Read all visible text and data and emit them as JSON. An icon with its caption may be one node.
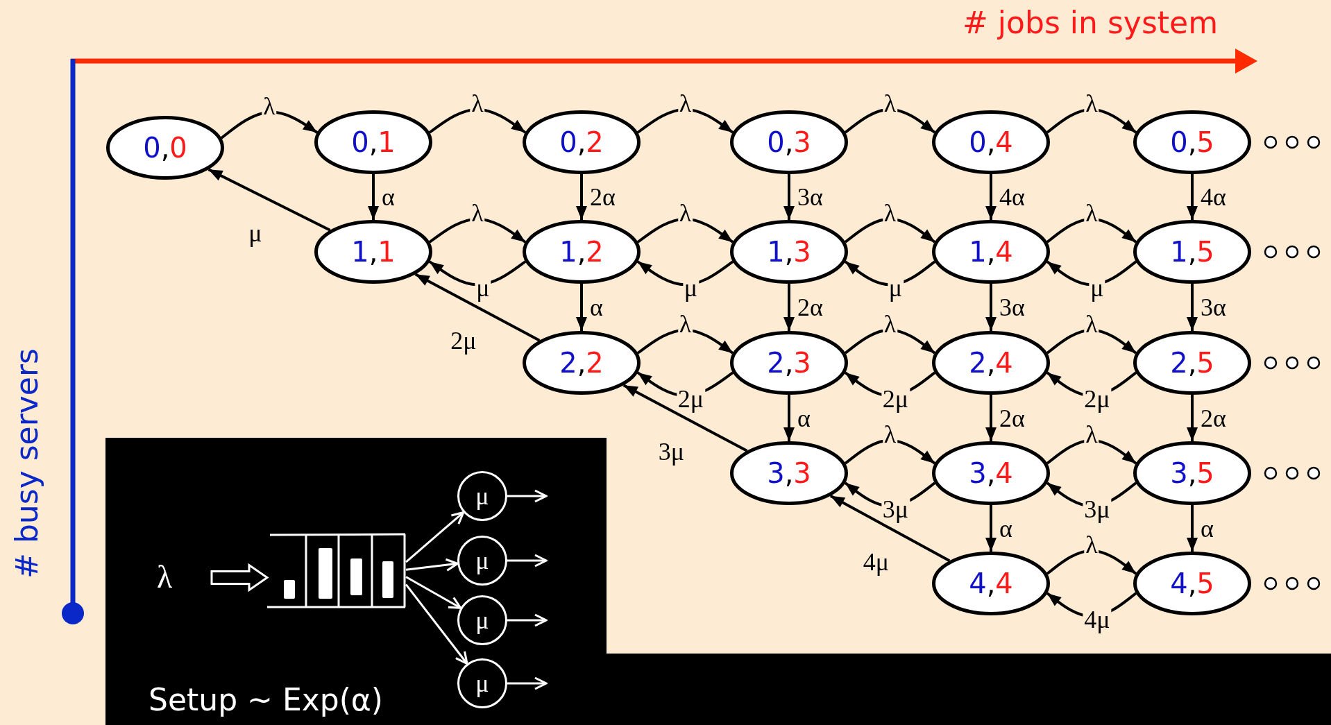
{
  "diagram": {
    "nodes": [
      {
        "text": [
          "0,0"
        ]
      },
      {
        "text": [
          "0,1"
        ]
      },
      {
        "text": [
          "0,2"
        ]
      },
      {
        "text": [
          "0,3"
        ]
      },
      {
        "text": [
          "0,4"
        ]
      },
      {
        "text": [
          "0,5"
        ]
      },
      {
        "text": [
          "1,1"
        ]
      },
      {
        "text": [
          "1,2"
        ]
      },
      {
        "text": [
          "1,3"
        ]
      },
      {
        "text": [
          "1,4"
        ]
      },
      {
        "text": [
          "1,5"
        ]
      },
      {
        "text": [
          "2,2"
        ]
      },
      {
        "text": [
          "2,3"
        ]
      },
      {
        "text": [
          "2,4"
        ]
      },
      {
        "text": [
          "2,5"
        ]
      },
      {
        "text": [
          "3,3"
        ]
      },
      {
        "text": [
          "3,4"
        ]
      },
      {
        "text": [
          "3,5"
        ]
      },
      {
        "text": [
          "4,4"
        ]
      },
      {
        "text": [
          "4,5"
        ]
      },
      {
        "text": [
          "Setup ~ Exp(α)"
        ]
      },
      {
        "text": [
          "λ"
        ],
        "in": 20
      },
      {
        "text": [],
        "shape": "picture",
        "in": 20
      },
      {
        "text": [
          "μ"
        ],
        "in": 20
      },
      {
        "text": [
          "μ"
        ],
        "in": 20
      },
      {
        "text": [
          "μ"
        ],
        "in": 20
      },
      {
        "text": [
          "μ"
        ],
        "in": 20
      },
      {
        "text": [],
        "shape": "bar"
      }
    ],
    "edges": [
      {
        "from": 0,
        "to": 1,
        "arrow": "to",
        "label": "λ"
      },
      {
        "from": 1,
        "to": 2,
        "arrow": "to",
        "label": "λ"
      },
      {
        "from": 2,
        "to": 3,
        "arrow": "to",
        "label": "λ"
      },
      {
        "from": 3,
        "to": 4,
        "arrow": "to",
        "label": "λ"
      },
      {
        "from": 4,
        "to": 5,
        "arrow": "to",
        "label": "λ"
      },
      {
        "from": 1,
        "to": 6,
        "arrow": "to",
        "label": "α"
      },
      {
        "from": 2,
        "to": 7,
        "arrow": "to",
        "label": "2α"
      },
      {
        "from": 3,
        "to": 8,
        "arrow": "to",
        "label": "3α"
      },
      {
        "from": 4,
        "to": 9,
        "arrow": "to",
        "label": "4α"
      },
      {
        "from": 5,
        "to": 10,
        "arrow": "to",
        "label": "4α"
      },
      {
        "from": 6,
        "to": 0,
        "arrow": "to",
        "label": "μ"
      },
      {
        "from": 6,
        "to": 7,
        "arrow": "to",
        "label": "λ"
      },
      {
        "from": 7,
        "to": 6,
        "arrow": "to",
        "label": "μ"
      },
      {
        "from": 7,
        "to": 8,
        "arrow": "to",
        "label": "λ"
      },
      {
        "from": 8,
        "to": 7,
        "arrow": "to",
        "label": "μ"
      },
      {
        "from": 8,
        "to": 9,
        "arrow": "to",
        "label": "λ"
      },
      {
        "from": 9,
        "to": 8,
        "arrow": "to",
        "label": "μ"
      },
      {
        "from": 9,
        "to": 10,
        "arrow": "to",
        "label": "λ"
      },
      {
        "from": 10,
        "to": 9,
        "arrow": "to",
        "label": "μ"
      },
      {
        "from": 7,
        "to": 11,
        "arrow": "to",
        "label": "α"
      },
      {
        "from": 8,
        "to": 12,
        "arrow": "to",
        "label": "2α"
      },
      {
        "from": 9,
        "to": 13,
        "arrow": "to",
        "label": "3α"
      },
      {
        "from": 10,
        "to": 14,
        "arrow": "to",
        "label": "3α"
      },
      {
        "from": 11,
        "to": 6,
        "arrow": "to",
        "label": "2μ"
      },
      {
        "from": 11,
        "to": 12,
        "arrow": "to",
        "label": "λ"
      },
      {
        "from": 12,
        "to": 11,
        "arrow": "to",
        "label": "2μ"
      },
      {
        "from": 12,
        "to": 13,
        "arrow": "to",
        "label": "λ"
      },
      {
        "from": 13,
        "to": 12,
        "arrow": "to",
        "label": "2μ"
      },
      {
        "from": 13,
        "to": 14,
        "arrow": "to",
        "label": "λ"
      },
      {
        "from": 14,
        "to": 13,
        "arrow": "to",
        "label": "2μ"
      },
      {
        "from": 12,
        "to": 15,
        "arrow": "to",
        "label": "α"
      },
      {
        "from": 13,
        "to": 16,
        "arrow": "to",
        "label": "2α"
      },
      {
        "from": 14,
        "to": 17,
        "arrow": "to",
        "label": "2α"
      },
      {
        "from": 15,
        "to": 11,
        "arrow": "to",
        "label": "3μ"
      },
      {
        "from": 15,
        "to": 16,
        "arrow": "to",
        "label": "λ"
      },
      {
        "from": 16,
        "to": 15,
        "arrow": "to",
        "label": "3μ"
      },
      {
        "from": 16,
        "to": 17,
        "arrow": "to",
        "label": "λ"
      },
      {
        "from": 17,
        "to": 16,
        "arrow": "to",
        "label": "3μ"
      },
      {
        "from": 16,
        "to": 18,
        "arrow": "to",
        "label": "α"
      },
      {
        "from": 17,
        "to": 19,
        "arrow": "to",
        "label": "α"
      },
      {
        "from": 18,
        "to": 15,
        "arrow": "to",
        "label": "4μ"
      },
      {
        "from": 18,
        "to": 19,
        "arrow": "to",
        "label": "λ"
      },
      {
        "from": 19,
        "to": 18,
        "arrow": "to",
        "label": "4μ"
      },
      {
        "from": 21,
        "to": 22,
        "arrow": "to",
        "style": "thick",
        "color": "#ffffff"
      },
      {
        "from": 22,
        "to": 23,
        "arrow": "to",
        "color": "#ffffff"
      },
      {
        "from": 22,
        "to": 24,
        "arrow": "to",
        "color": "#ffffff"
      },
      {
        "from": 22,
        "to": 25,
        "arrow": "to",
        "color": "#ffffff"
      },
      {
        "from": 22,
        "to": 26,
        "arrow": "to",
        "color": "#ffffff"
      },
      {
        "from": 23,
        "to": null,
        "arrow": "to",
        "color": "#ffffff"
      },
      {
        "from": 24,
        "to": null,
        "arrow": "to",
        "color": "#ffffff"
      },
      {
        "from": 25,
        "to": null,
        "arrow": "to",
        "color": "#ffffff"
      },
      {
        "from": 26,
        "to": null,
        "arrow": "to",
        "color": "#ffffff"
      }
    ],
    "labels": [
      "# jobs in system",
      "# busy servers"
    ]
  }
}
